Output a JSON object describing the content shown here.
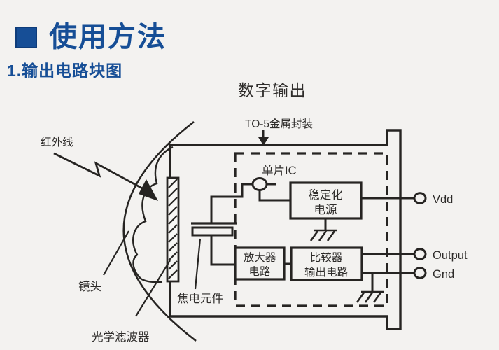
{
  "header": {
    "title": "使用方法",
    "subtitle": "1.输出电路块图"
  },
  "diagram": {
    "digital_output_label": "数字输出",
    "package_label": "TO-5金属封装",
    "infrared_label": "红外线",
    "lens_label": "镜头",
    "optical_filter_label": "光学滤波器",
    "pyro_element_label": "焦电元件",
    "chip_label": "单片IC",
    "blocks": {
      "power": {
        "line1": "稳定化",
        "line2": "电源"
      },
      "amplifier": {
        "line1": "放大器",
        "line2": "电路"
      },
      "comparator": {
        "line1": "比较器",
        "line2": "输出电路"
      }
    },
    "terminals": [
      {
        "label": "Vdd"
      },
      {
        "label": "Output"
      },
      {
        "label": "Gnd"
      }
    ],
    "colors": {
      "accent_blue": "#164e96",
      "line": "#262422",
      "background": "#f3f2f0"
    }
  }
}
